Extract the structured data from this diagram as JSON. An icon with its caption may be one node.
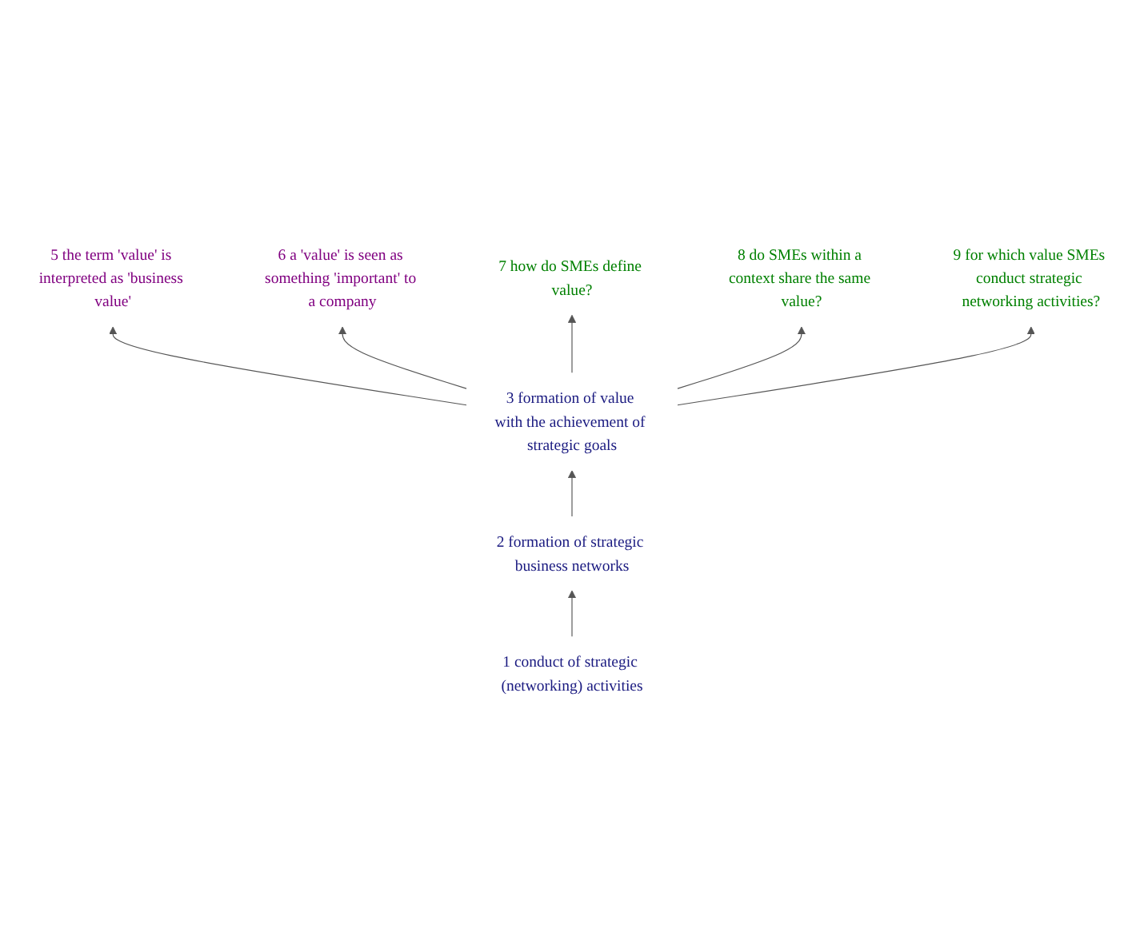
{
  "diagram": {
    "nodes": [
      {
        "text": [
          "1 conduct of strategic (networking) activities"
        ]
      },
      {
        "text": [
          "2 formation of strategic business networks"
        ]
      },
      {
        "text": [
          "3 formation of value with the achievement of strategic goals"
        ]
      },
      {
        "text": [
          "5 the term 'value' is interpreted as 'business value'"
        ]
      },
      {
        "text": [
          "6 a 'value' is seen as something 'important' to a company"
        ]
      },
      {
        "text": [
          "7 how do SMEs define value?"
        ]
      },
      {
        "text": [
          "8 do SMEs within a context share the same value?"
        ]
      },
      {
        "text": [
          "9 for which value SMEs conduct strategic networking activities?"
        ]
      }
    ],
    "edges": [
      {
        "from": 0,
        "to": 1,
        "arrow": "to"
      },
      {
        "from": 1,
        "to": 2,
        "arrow": "to"
      },
      {
        "from": 2,
        "to": 3,
        "arrow": "to"
      },
      {
        "from": 2,
        "to": 4,
        "arrow": "to"
      },
      {
        "from": 2,
        "to": 5,
        "arrow": "to"
      },
      {
        "from": 2,
        "to": 6,
        "arrow": "to"
      },
      {
        "from": 2,
        "to": 7,
        "arrow": "to"
      }
    ]
  }
}
